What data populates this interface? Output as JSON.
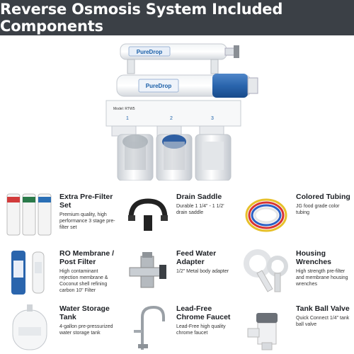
{
  "banner": {
    "title": "Reverse Osmosis System Included Components"
  },
  "hero": {
    "brand_top": "PureDrop",
    "brand_main": "PureDrop",
    "model": "Model: RTW5",
    "stages": [
      "1",
      "2",
      "3"
    ]
  },
  "components": [
    {
      "name": "Extra Pre-Filter Set",
      "desc": "Premium quality, high performance 3 stage pre-filter set",
      "icon": "filter-cartridges-icon"
    },
    {
      "name": "Drain Saddle",
      "desc": "Durable 1 1/4\" - 1 1/2' drain saddle",
      "icon": "drain-saddle-icon"
    },
    {
      "name": "Colored Tubing",
      "desc": "JG food grade color tubing",
      "icon": "colored-tubing-icon"
    },
    {
      "name": "RO Membrane / Post Filter",
      "desc": "High contaminant rejection membrane & Coconut shell refining carbon 10\" Filter",
      "icon": "ro-membrane-icon"
    },
    {
      "name": "Feed Water Adapter",
      "desc": "1/2\" Metal body adapter",
      "icon": "feed-water-adapter-icon"
    },
    {
      "name": "Housing Wrenches",
      "desc": "High strength pre-filter and membrane housing wrenches",
      "icon": "housing-wrench-icon"
    },
    {
      "name": "Water Storage Tank",
      "desc": "4-gallon pre-pressurized water storage tank",
      "icon": "storage-tank-icon"
    },
    {
      "name": "Lead-Free Chrome Faucet",
      "desc": "Lead-Free high quality chrome faucet",
      "icon": "faucet-icon"
    },
    {
      "name": "Tank Ball Valve",
      "desc": "Quick Connect 1/4\" tank ball valve",
      "icon": "ball-valve-icon"
    }
  ],
  "colors": {
    "banner": "#3b4046",
    "text": "#1c1f24",
    "brand_blue": "#1a5fa8"
  }
}
